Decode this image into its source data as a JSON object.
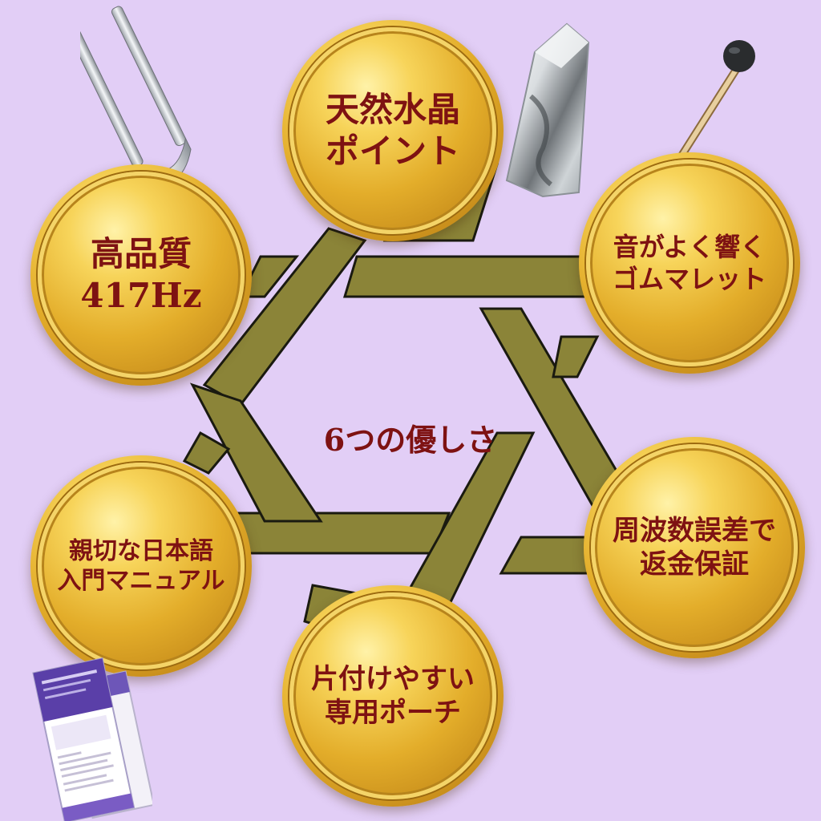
{
  "center_title": "6つの優しさ",
  "features": [
    {
      "id": "crystal",
      "line1": "天然水晶",
      "line2": "ポイント"
    },
    {
      "id": "quality",
      "line1": "高品質",
      "line2": "417Hz"
    },
    {
      "id": "mallet",
      "line1": "音がよく響く",
      "line2": "ゴムマレット"
    },
    {
      "id": "guarantee",
      "line1": "周波数誤差で",
      "line2": "返金保証"
    },
    {
      "id": "manual",
      "line1": "親切な日本語",
      "line2": "入門マニュアル"
    },
    {
      "id": "pouch",
      "line1": "片付けやすい",
      "line2": "専用ポーチ"
    }
  ],
  "colors": {
    "background": "#e2cef6",
    "band": "#8b8438",
    "text": "#7e1212",
    "gold": "#e3ad2a"
  },
  "icons": [
    "tuning-fork-icon",
    "crystal-point-icon",
    "mallet-icon",
    "manual-booklet-icon"
  ]
}
